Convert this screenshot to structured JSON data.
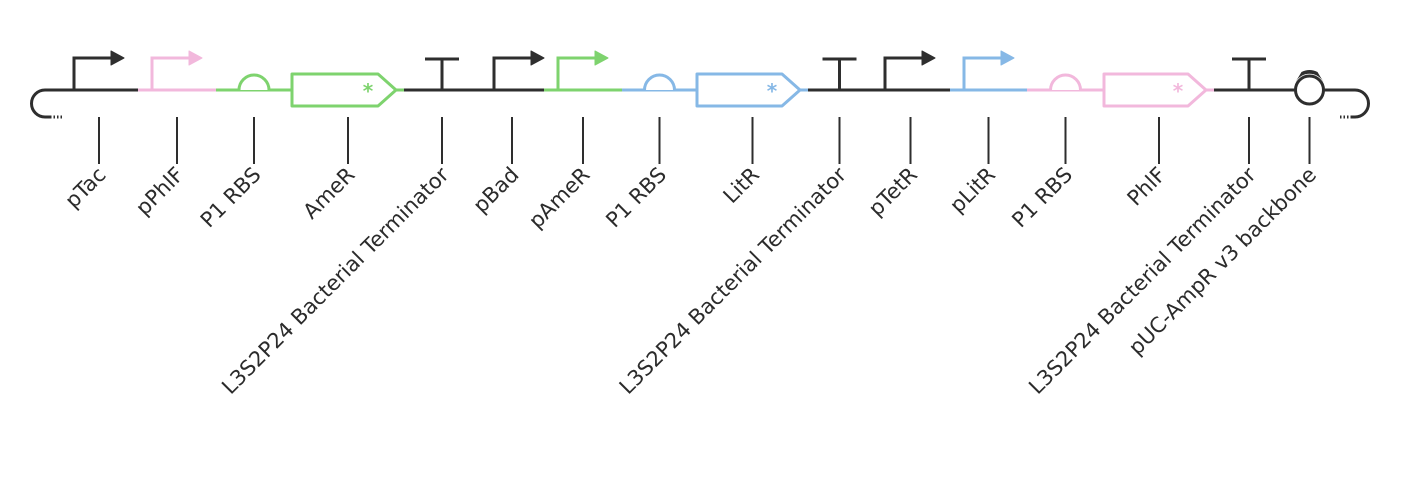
{
  "colors": {
    "black": "#2e2e2e",
    "pink": "#f2b8dc",
    "green": "#7ed36e",
    "blue": "#86b8e6",
    "label": "#2b2b2b"
  },
  "parts": [
    {
      "type": "promoter",
      "label": "pTac",
      "color": "black",
      "marker": false
    },
    {
      "type": "promoter",
      "label": "pPhlF",
      "color": "pink",
      "marker": false
    },
    {
      "type": "rbs",
      "label": "P1 RBS",
      "color": "green",
      "marker": false
    },
    {
      "type": "cds",
      "label": "AmeR",
      "color": "green",
      "marker": true
    },
    {
      "type": "terminator",
      "label": "L3S2P24 Bacterial Terminator",
      "color": "black",
      "marker": false
    },
    {
      "type": "promoter",
      "label": "pBad",
      "color": "black",
      "marker": false
    },
    {
      "type": "promoter",
      "label": "pAmeR",
      "color": "green",
      "marker": false
    },
    {
      "type": "rbs",
      "label": "P1 RBS",
      "color": "blue",
      "marker": false
    },
    {
      "type": "cds",
      "label": "LitR",
      "color": "blue",
      "marker": true
    },
    {
      "type": "terminator",
      "label": "L3S2P24 Bacterial Terminator",
      "color": "black",
      "marker": false
    },
    {
      "type": "promoter",
      "label": "pTetR",
      "color": "black",
      "marker": false
    },
    {
      "type": "promoter",
      "label": "pLitR",
      "color": "blue",
      "marker": false
    },
    {
      "type": "rbs",
      "label": "P1 RBS",
      "color": "pink",
      "marker": false
    },
    {
      "type": "cds",
      "label": "PhlF",
      "color": "pink",
      "marker": true
    },
    {
      "type": "terminator",
      "label": "L3S2P24 Bacterial Terminator",
      "color": "black",
      "marker": false
    },
    {
      "type": "origin",
      "label": "pUC-AmpR v3 backbone",
      "color": "black",
      "marker": false
    }
  ]
}
